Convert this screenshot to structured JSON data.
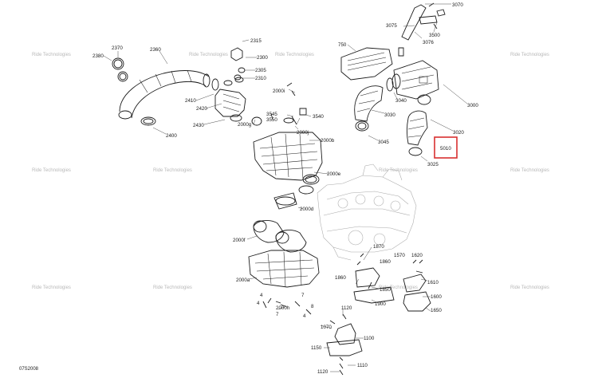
{
  "diagram": {
    "reference_code": "07S2008",
    "watermark_text": "Ride Technologies",
    "highlight": {
      "label": "5010",
      "color": "#d93030"
    },
    "colors": {
      "line": "#1c1c1c",
      "engine": "#a9a9a9",
      "watermark": "#b9b9b9"
    },
    "callouts": {
      "c3070": "3070",
      "c3075": "3075",
      "c3500": "3500",
      "c3076": "3076",
      "c750": "750",
      "c3040": "3040",
      "c3000": "3000",
      "c3030": "3030",
      "c3020": "3020",
      "c3045": "3045",
      "c5010": "5010",
      "c3025": "3025",
      "c2315": "2315",
      "c2300": "2300",
      "c2305": "2305",
      "c2310": "2310",
      "c2370": "2370",
      "c2380": "2380",
      "c2360": "2360",
      "c2410": "2410",
      "c2420": "2420",
      "c2430": "2430",
      "c2400": "2400",
      "c2000i": "2000i",
      "c3545": "3545",
      "c3550": "3550",
      "c3540": "3540",
      "c2000g": "2000g",
      "c2000j": "2000j",
      "c2000b": "2000b",
      "c2000e": "2000e",
      "c2000d": "2000d",
      "c2000f": "2000f",
      "c2000a": "2000a",
      "c2000h": "2000h",
      "c4a": "4",
      "c4b": "4",
      "c7a": "7",
      "c7b": "7",
      "c8": "8",
      "c4c": "4",
      "c1870": "1870",
      "c1570": "1570",
      "c1620": "1620",
      "c1860": "1860",
      "c1860b": "1860",
      "c1850": "1850",
      "c1610": "1610",
      "c1600": "1600",
      "c1900": "1900",
      "c1650": "1650",
      "c1120a": "1120",
      "c1070": "1070",
      "c1100": "1100",
      "c1150": "1150",
      "c1110": "1110",
      "c1120b": "1120"
    }
  }
}
